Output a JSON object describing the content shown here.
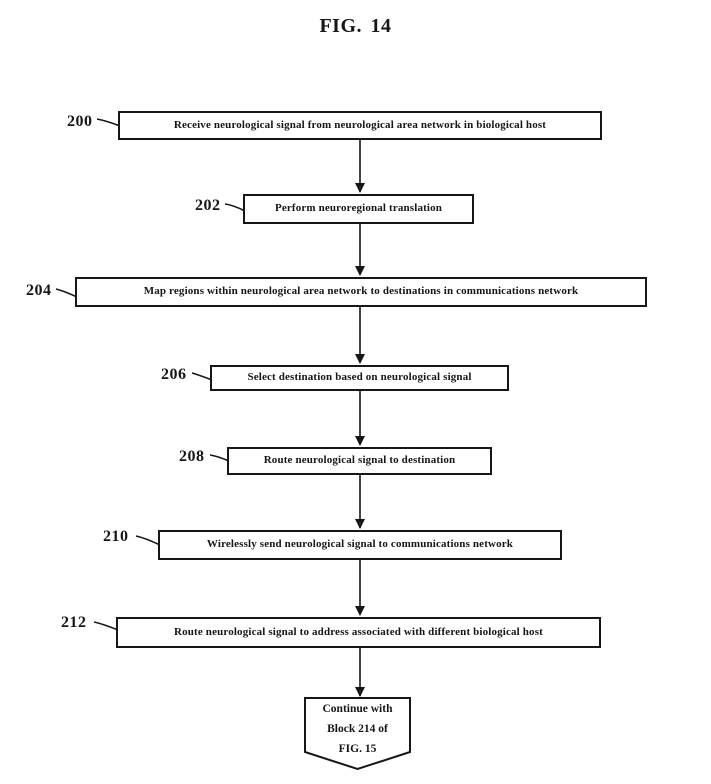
{
  "figure": {
    "title": "FIG. 14",
    "type": "flowchart"
  },
  "colors": {
    "ink": "#161616",
    "paper": "#ffffff"
  },
  "steps": [
    {
      "ref": "200",
      "text": "Receive neurological signal from neurological area network in biological host"
    },
    {
      "ref": "202",
      "text": "Perform neuroregional translation"
    },
    {
      "ref": "204",
      "text": "Map regions within neurological area network to destinations in communications network"
    },
    {
      "ref": "206",
      "text": "Select destination based on neurological signal"
    },
    {
      "ref": "208",
      "text": "Route neurological signal to destination"
    },
    {
      "ref": "210",
      "text": "Wirelessly send neurological signal to communications network"
    },
    {
      "ref": "212",
      "text": "Route neurological signal to address associated with different biological host"
    }
  ],
  "offpage_connector": {
    "line1": "Continue with",
    "line2": "Block 214 of",
    "line3": "FIG. 15"
  }
}
